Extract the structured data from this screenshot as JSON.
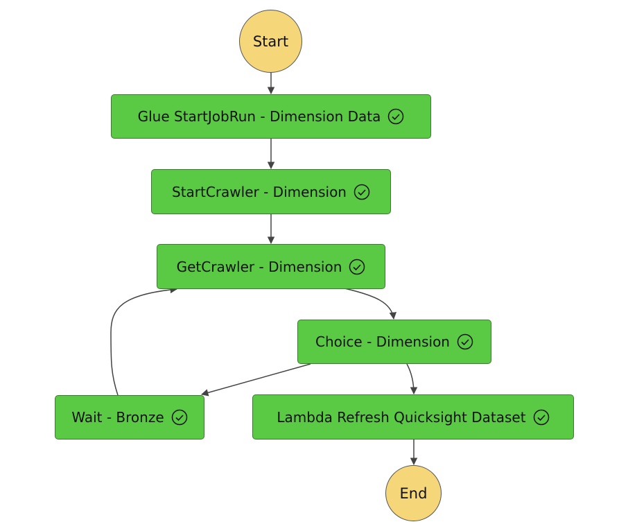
{
  "diagram": {
    "start": {
      "label": "Start"
    },
    "end": {
      "label": "End"
    },
    "states": {
      "glue": {
        "label": "Glue StartJobRun - Dimension Data",
        "status": "succeeded",
        "icon": "check-circle-icon"
      },
      "start_crawler": {
        "label": "StartCrawler - Dimension",
        "status": "succeeded",
        "icon": "check-circle-icon"
      },
      "get_crawler": {
        "label": "GetCrawler - Dimension",
        "status": "succeeded",
        "icon": "check-circle-icon"
      },
      "choice": {
        "label": "Choice - Dimension",
        "status": "succeeded",
        "icon": "check-circle-icon"
      },
      "wait": {
        "label": "Wait - Bronze",
        "status": "succeeded",
        "icon": "check-circle-icon"
      },
      "lambda": {
        "label": "Lambda Refresh Quicksight Dataset",
        "status": "succeeded",
        "icon": "check-circle-icon"
      }
    },
    "edges": [
      {
        "from": "start",
        "to": "glue"
      },
      {
        "from": "glue",
        "to": "start_crawler"
      },
      {
        "from": "start_crawler",
        "to": "get_crawler"
      },
      {
        "from": "get_crawler",
        "to": "choice"
      },
      {
        "from": "choice",
        "to": "wait"
      },
      {
        "from": "choice",
        "to": "lambda"
      },
      {
        "from": "wait",
        "to": "get_crawler"
      },
      {
        "from": "lambda",
        "to": "end"
      }
    ],
    "colors": {
      "state_fill": "#5ac943",
      "state_border": "#3d7a31",
      "terminal_fill": "#f5d679",
      "edge": "#444444"
    }
  }
}
